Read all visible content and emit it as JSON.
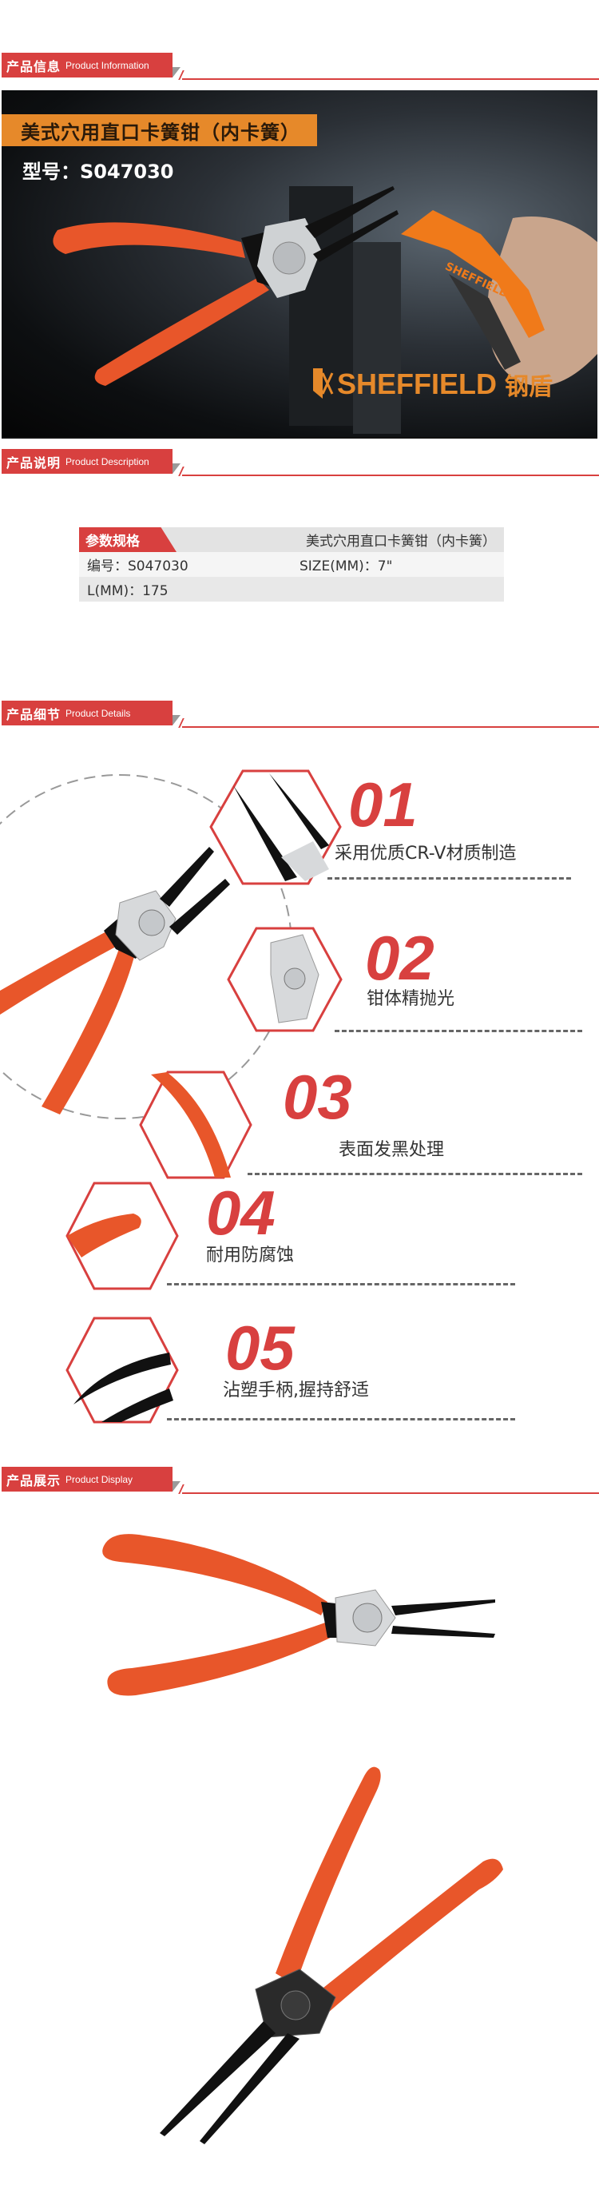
{
  "sections": {
    "info": {
      "cn": "产品信息",
      "en": "Product Information"
    },
    "description": {
      "cn": "产品说明",
      "en": "Product Description"
    },
    "details": {
      "cn": "产品细节",
      "en": "Product Details"
    },
    "display": {
      "cn": "产品展示",
      "en": "Product Display"
    }
  },
  "banner": {
    "title": "美式穴用直口卡簧钳（内卡簧）",
    "model": "型号：S047030",
    "brand": "SHEFFIELD",
    "brand_cn": "钢盾",
    "handle_brand": "SHEFFIELD"
  },
  "spec": {
    "label": "参数规格",
    "name": "美式穴用直口卡簧钳（内卡簧）",
    "code": "编号：S047030",
    "size": "SIZE(MM)：7\"",
    "length": "L(MM)：175"
  },
  "details": [
    {
      "num": "01",
      "text": "采用优质CR-V材质制造"
    },
    {
      "num": "02",
      "text": "钳体精抛光"
    },
    {
      "num": "03",
      "text": "表面发黑处理"
    },
    {
      "num": "04",
      "text": "耐用防腐蚀"
    },
    {
      "num": "05",
      "text": "沾塑手柄,握持舒适"
    }
  ],
  "colors": {
    "accent": "#d8403f",
    "orange": "#e6892a",
    "handle": "#e8562a"
  }
}
